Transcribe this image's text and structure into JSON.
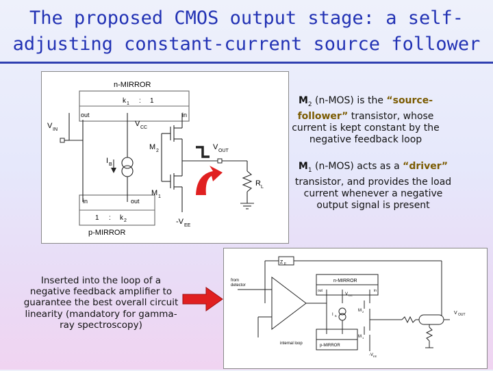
{
  "slide": {
    "title_line1": "The proposed CMOS output stage: a self-",
    "title_line2": "adjusting constant-current source follower"
  },
  "m2_desc": {
    "name": "M",
    "sub": "2",
    "text_a": " (n-MOS) is the ",
    "highlight": "“source-follower”",
    "text_b": " transistor, whose current is kept constant by the negative feedback loop"
  },
  "m1_desc": {
    "name": "M",
    "sub": "1",
    "text_a": " (n-MOS) acts as a ",
    "highlight": "“driver”",
    "text_b": " transistor, and provides the load current whenever a negative output signal is present"
  },
  "note": "Inserted into the loop of a negative feedback amplifier to guarantee the best overall circuit linearity (mandatory for gamma-ray spectroscopy)",
  "schematic": {
    "n_mirror": "n-MIRROR",
    "k1": "k",
    "k1_sub": "1",
    "colon": ":",
    "one": "1",
    "out": "out",
    "in": "in",
    "vin": "V",
    "vin_sub": "IN",
    "vcc": "V",
    "vcc_sub": "CC",
    "m2": "M",
    "m2_sub": "2",
    "ib": "I",
    "ib_sub": "B",
    "vout": "V",
    "vout_sub": "OUT",
    "rl": "R",
    "rl_sub": "L",
    "m1": "M",
    "m1_sub": "1",
    "in2": "in",
    "out2": "out",
    "one2": "1",
    "colon2": ":",
    "k2": "k",
    "k2_sub": "2",
    "p_mirror": "p-MIRROR",
    "vee": "-V",
    "vee_sub": "EE"
  },
  "small_schematic": {
    "zf": "Z",
    "zf_sub": "F",
    "from": "from",
    "detector": "detector",
    "n_mirror": "n-MIRROR",
    "out": "out",
    "in": "in",
    "vcc": "V",
    "vcc_sub": "CC",
    "ib": "I",
    "ib_sub": "B",
    "m2": "M",
    "m2_sub": "2",
    "m1": "M",
    "m1_sub": "1",
    "vout": "V",
    "vout_sub": "OUT",
    "internal_loop": "internal loop",
    "p_mirror": "p-MIRROR",
    "vee": "-V",
    "vee_sub": "EE"
  },
  "colors": {
    "title": "#2232b4",
    "arrow": "#e02020",
    "rule": "#2f3fb0"
  }
}
